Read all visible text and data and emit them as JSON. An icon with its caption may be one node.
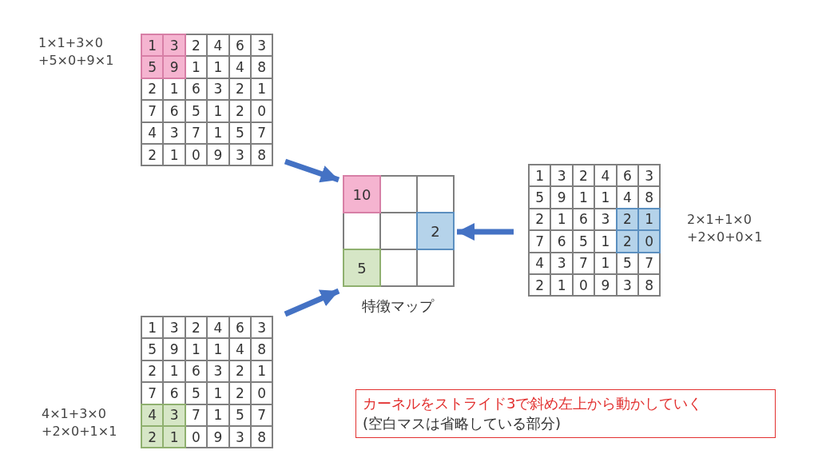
{
  "diagram": {
    "nodes": [
      {
        "text": [
          "1",
          "3",
          "2",
          "4",
          "6",
          "3",
          "5",
          "9",
          "1",
          "1",
          "4",
          "8",
          "2",
          "1",
          "6",
          "3",
          "2",
          "1",
          "7",
          "6",
          "5",
          "1",
          "2",
          "0",
          "4",
          "3",
          "7",
          "1",
          "5",
          "7",
          "2",
          "1",
          "0",
          "9",
          "3",
          "8"
        ],
        "beside": [
          "1×1+3×0 +5×0+9×1"
        ]
      },
      {
        "text": [
          "10",
          "2",
          "5"
        ],
        "beside": [
          "特徴マップ"
        ]
      },
      {
        "text": [
          "1",
          "3",
          "2",
          "4",
          "6",
          "3",
          "5",
          "9",
          "1",
          "1",
          "4",
          "8",
          "2",
          "1",
          "6",
          "3",
          "2",
          "1",
          "7",
          "6",
          "5",
          "1",
          "2",
          "0",
          "4",
          "3",
          "7",
          "1",
          "5",
          "7",
          "2",
          "1",
          "0",
          "9",
          "3",
          "8"
        ],
        "beside": [
          "2×1+1×0 +2×0+0×1"
        ]
      },
      {
        "text": [
          "1",
          "3",
          "2",
          "4",
          "6",
          "3",
          "5",
          "9",
          "1",
          "1",
          "4",
          "8",
          "2",
          "1",
          "6",
          "3",
          "2",
          "1",
          "7",
          "6",
          "5",
          "1",
          "2",
          "0",
          "4",
          "3",
          "7",
          "1",
          "5",
          "7",
          "2",
          "1",
          "0",
          "9",
          "3",
          "8"
        ],
        "beside": [
          "4×1+3×0 +2×0+1×1"
        ]
      },
      {
        "text": [
          "カーネルをストライド3で斜め左上から動かしていく",
          "(空白マスは省略している部分)"
        ]
      }
    ],
    "edges": [
      {
        "from": 0,
        "to": 1,
        "arrow": "to"
      },
      {
        "from": 2,
        "to": 1,
        "arrow": "to"
      },
      {
        "from": 3,
        "to": 1,
        "arrow": "to"
      }
    ]
  }
}
